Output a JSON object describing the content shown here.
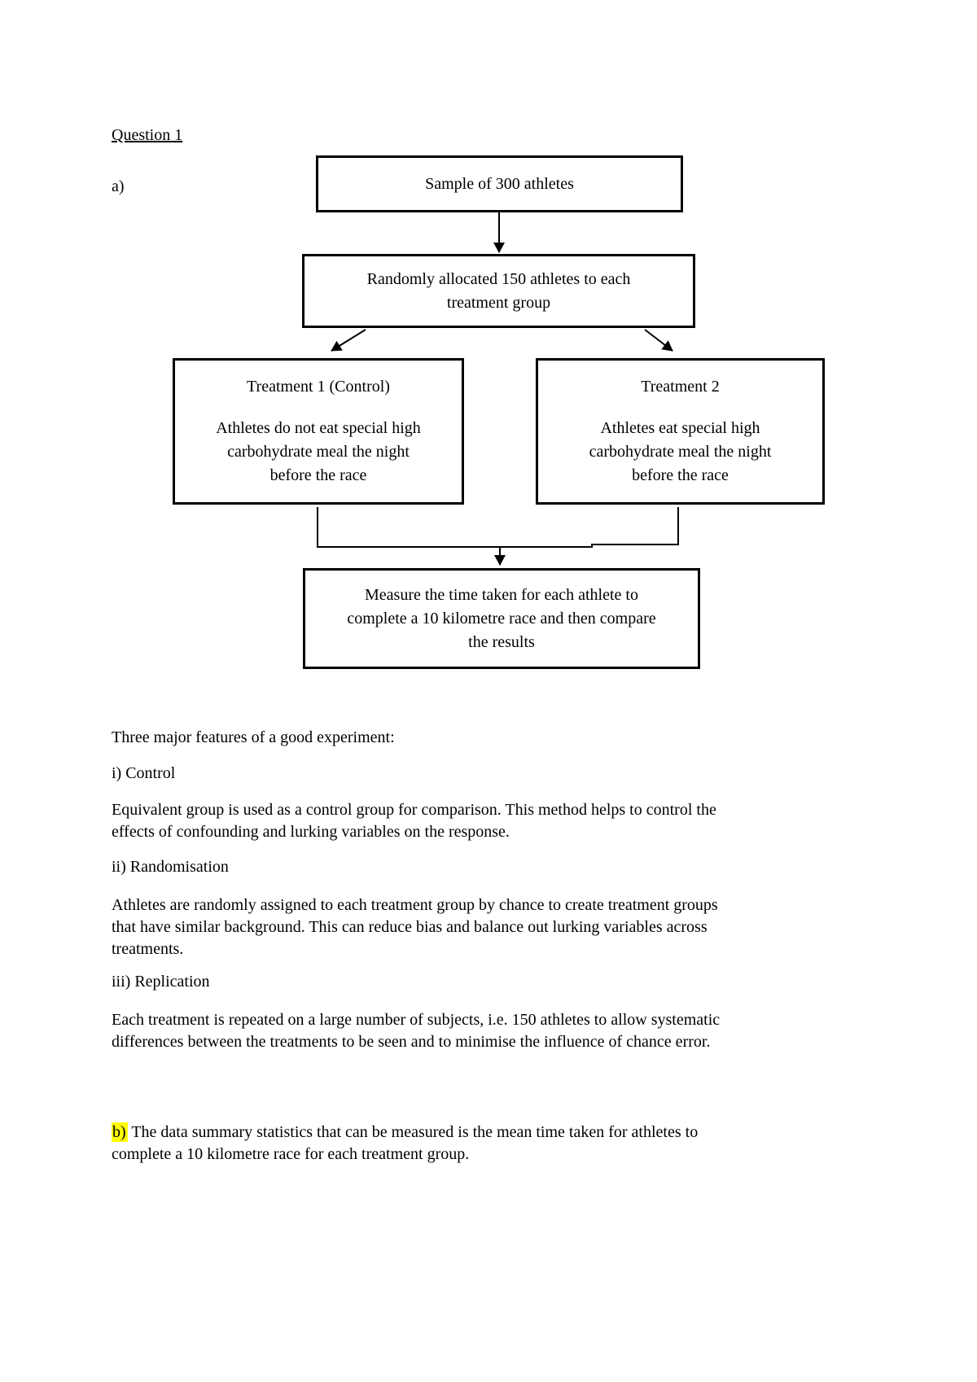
{
  "page": {
    "question_label": "Question 1",
    "part_a_label": "a)"
  },
  "flowchart": {
    "box_sample": {
      "label": "Sample of 300 athletes"
    },
    "box_allocate": {
      "lines": [
        "Randomly allocated 150 athletes to each",
        "treatment group"
      ]
    },
    "box_treatment1": {
      "title": "Treatment 1 (Control)",
      "lines": [
        "Athletes do not eat special high",
        "carbohydrate meal the night",
        "before the race"
      ]
    },
    "box_treatment2": {
      "title": "Treatment 2",
      "lines": [
        "Athletes eat special high",
        "carbohydrate meal the night",
        "before the race"
      ]
    },
    "box_measure": {
      "lines": [
        "Measure the time taken for each athlete to",
        "complete a 10 kilometre race and then compare",
        "the results"
      ]
    }
  },
  "body": {
    "features_heading": "Three major features of a good experiment:",
    "item_i_heading": "i) Control",
    "item_i_lines": [
      "Equivalent group is used as a control group for comparison. This method helps to control the",
      "effects of confounding and lurking variables on the response."
    ],
    "item_ii_heading": "ii) Randomisation",
    "item_ii_lines": [
      "Athletes are randomly assigned to each treatment group by chance to create treatment groups",
      "that have similar background. This can reduce bias and balance out lurking variables across",
      "treatments."
    ],
    "item_iii_heading": "iii) Replication",
    "item_iii_lines": [
      "Each treatment is repeated on a large number of subjects, i.e. 150 athletes to allow systematic",
      "differences between the treatments to be seen and to minimise the influence of chance error."
    ],
    "part_b": {
      "highlight_label": "b)",
      "line1_rest": "The data summary statistics that can be measured is the mean time taken for athletes to",
      "line2": "complete a 10 kilometre race for each treatment group."
    }
  },
  "colors": {
    "highlight": "#ffff00",
    "border": "#000000",
    "text": "#000000",
    "background": "#ffffff"
  }
}
